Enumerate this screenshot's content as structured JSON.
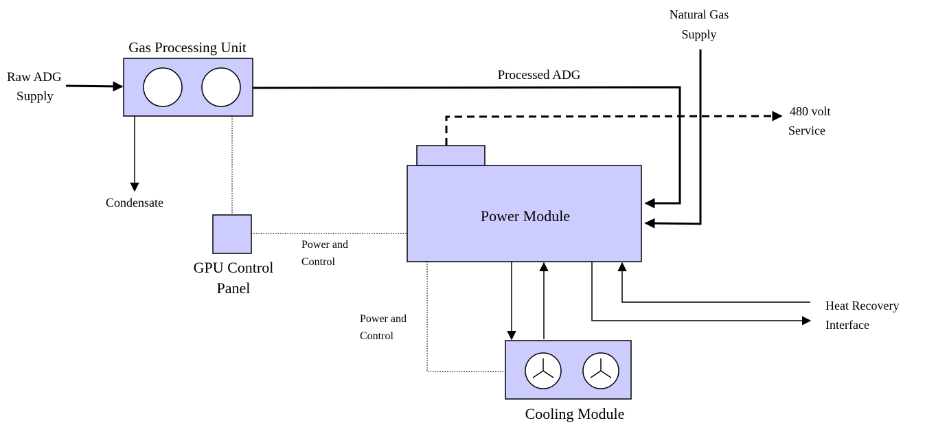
{
  "labels": {
    "gas_processing_unit": "Gas Processing Unit",
    "raw_adg_line1": "Raw ADG",
    "raw_adg_line2": "Supply",
    "processed_adg": "Processed ADG",
    "natural_gas_line1": "Natural Gas",
    "natural_gas_line2": "Supply",
    "service_line1": "480 volt",
    "service_line2": "Service",
    "condensate": "Condensate",
    "power_module": "Power Module",
    "gpu_panel_line1": "GPU Control",
    "gpu_panel_line2": "Panel",
    "power_control_a_line1": "Power and",
    "power_control_a_line2": "Control",
    "power_control_b_line1": "Power and",
    "power_control_b_line2": "Control",
    "heat_recovery_line1": "Heat Recovery",
    "heat_recovery_line2": "Interface",
    "cooling_module": "Cooling Module"
  },
  "colors": {
    "box_fill": "#ccccff",
    "stroke": "#000000"
  },
  "icons": {
    "gpu_circles": "circle",
    "cooling_fans": "fan-icon"
  }
}
